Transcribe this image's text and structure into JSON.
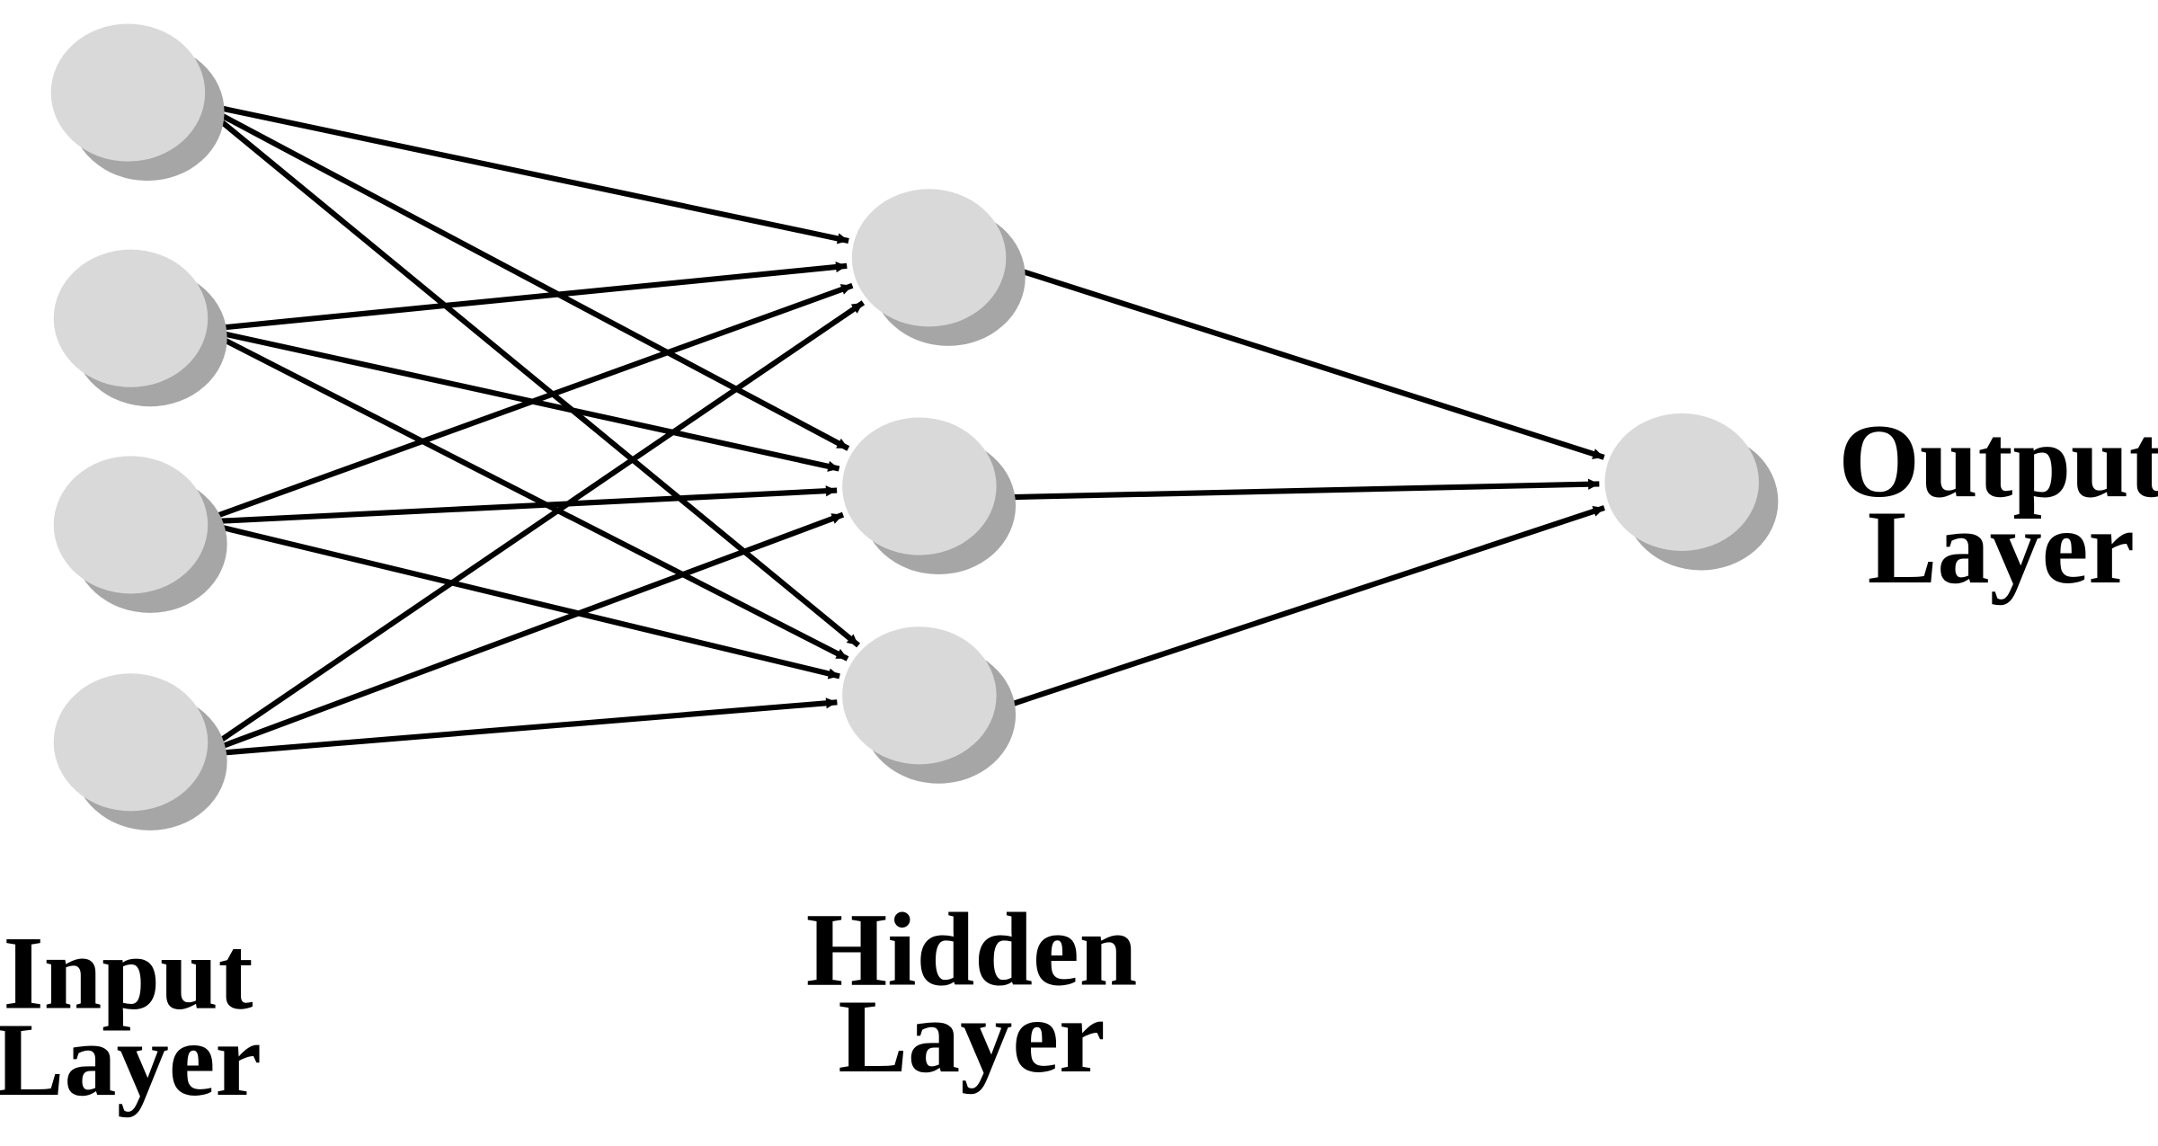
{
  "labels": {
    "input_line1": "Input",
    "input_line2": "Layer",
    "hidden_line1": "Hidden",
    "hidden_line2": "Layer",
    "output_line1": "Output",
    "output_line2": "Layer"
  },
  "layers": {
    "input_count": 4,
    "hidden_count": 3,
    "output_count": 1
  },
  "colors": {
    "node_fill": "#d9d9d9",
    "node_shadow": "#a6a6a6",
    "edge": "#000000",
    "background": "#ffffff"
  }
}
